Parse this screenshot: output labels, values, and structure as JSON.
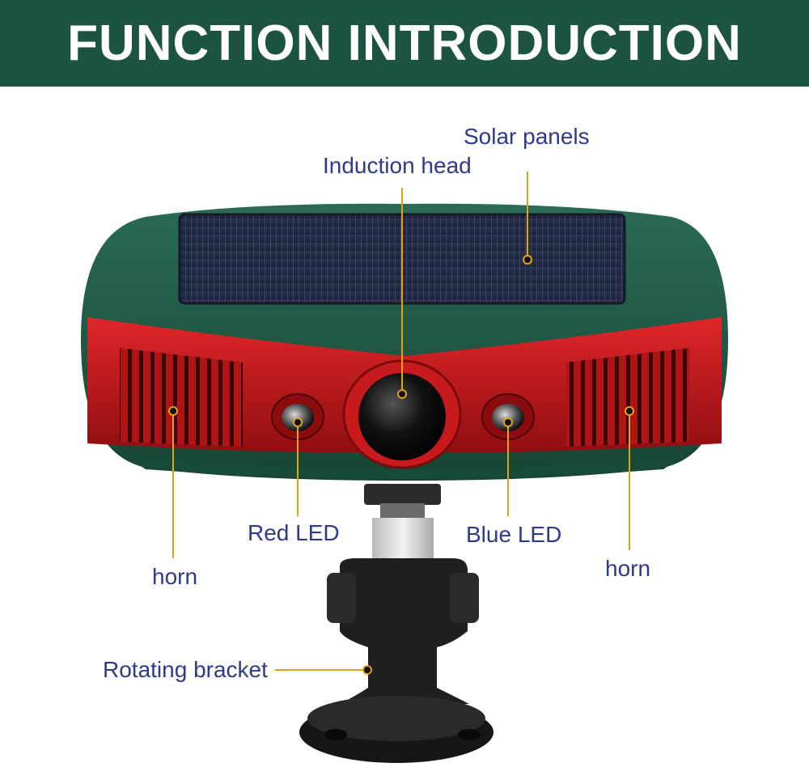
{
  "header": {
    "title": "FUNCTION INTRODUCTION"
  },
  "callouts": {
    "solar_panels": "Solar panels",
    "induction_head": "Induction head",
    "red_led": "Red LED",
    "blue_led": "Blue LED",
    "horn_left": "horn",
    "horn_right": "horn",
    "rotating_bracket": "Rotating bracket"
  },
  "colors": {
    "header_bg": "#1d5440",
    "device_green": "#1e5a45",
    "device_red": "#c8181a",
    "label_text": "#2f3a8c",
    "leader_line": "#e0a21a"
  }
}
